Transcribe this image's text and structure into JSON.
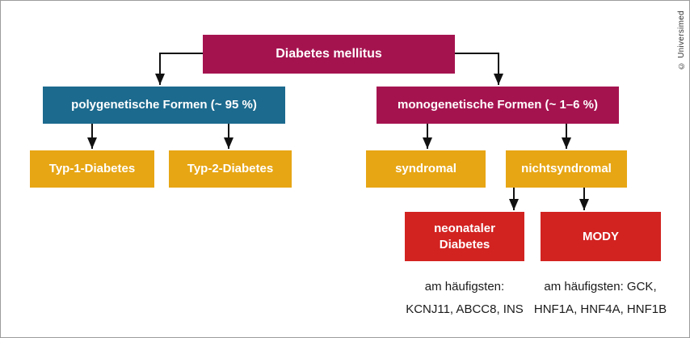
{
  "credit": "© Universimed",
  "colors": {
    "magenta": "#A5134F",
    "teal": "#1C6A8E",
    "gold": "#E7A614",
    "red": "#D22321",
    "connector": "#111111",
    "frame": "#9C9C9C"
  },
  "diagram": {
    "root": {
      "label": "Diabetes mellitus"
    },
    "branches": {
      "polygenetic": {
        "label": "polygenetische Formen (~ 95 %)"
      },
      "monogenetic": {
        "label": "monogenetische Formen (~ 1–6 %)"
      }
    },
    "leaves": {
      "typ1": {
        "label": "Typ-1-Diabetes"
      },
      "typ2": {
        "label": "Typ-2-Diabetes"
      },
      "syndromal": {
        "label": "syndromal"
      },
      "nichtsyndromal": {
        "label": "nichtsyndromal"
      },
      "neonatal": {
        "line1": "neonataler",
        "line2": "Diabetes"
      },
      "mody": {
        "label": "MODY"
      }
    },
    "captions": {
      "neonatal": {
        "line1": "am häufigsten:",
        "line2": "KCNJ11, ABCC8, INS"
      },
      "mody": {
        "line1": "am häufigsten: GCK,",
        "line2": "HNF1A, HNF4A, HNF1B"
      }
    }
  }
}
